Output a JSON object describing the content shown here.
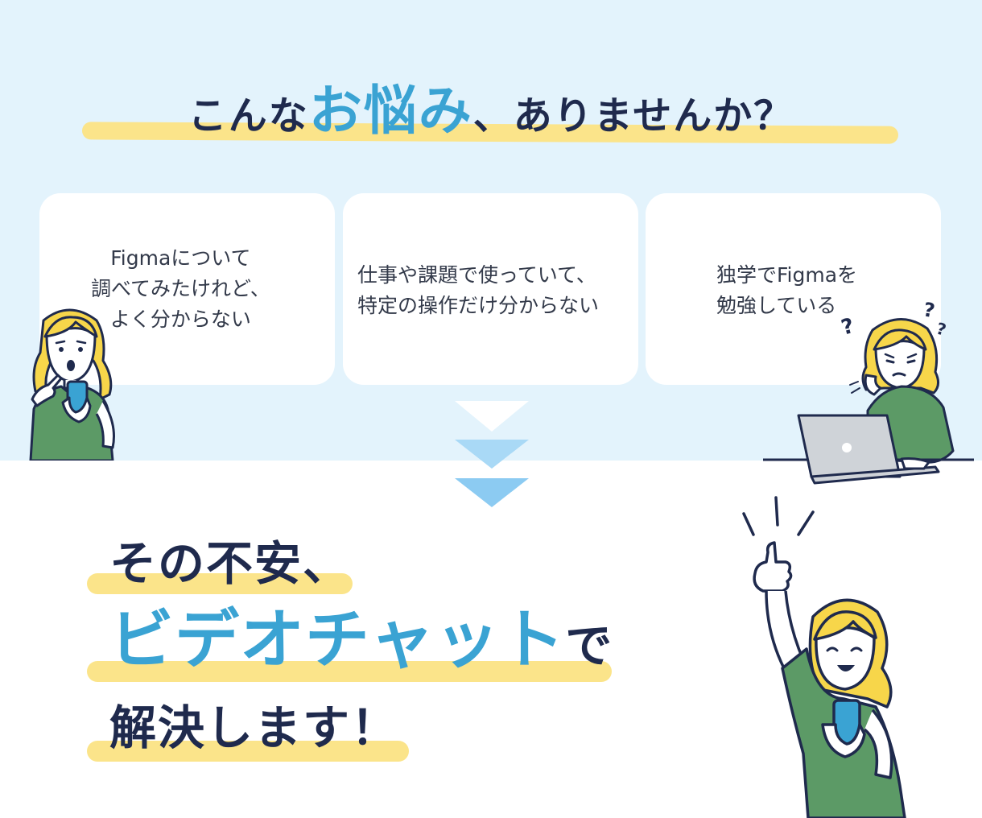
{
  "heading": {
    "before": "こんな",
    "accent": "お悩み",
    "after": "、ありませんか？"
  },
  "cards": [
    {
      "text": "Figmaについて\n調べてみたけれど、\nよく分からない"
    },
    {
      "text": "仕事や課題で使っていて、\n特定の操作だけ分からない"
    },
    {
      "text": "独学でFigmaを\n勉強している"
    }
  ],
  "solution": {
    "line1": "その不安、",
    "line2_accent": "ビデオチャット",
    "line2_suffix": "で",
    "line3": "解決します！"
  },
  "colors": {
    "top_background": "#e3f3fc",
    "accent_blue": "#3aa3d3",
    "navy_text": "#1f2a4d",
    "highlight_yellow": "#fbe48a",
    "shirt_green": "#5c9a66",
    "hair_yellow": "#f7d64a",
    "chevron_blue": "#8ccbf2"
  },
  "illustrations": {
    "left": "woman-with-phone-illustration",
    "right": "confused-woman-with-laptop-illustration",
    "bottom": "thumbs-up-woman-illustration"
  }
}
